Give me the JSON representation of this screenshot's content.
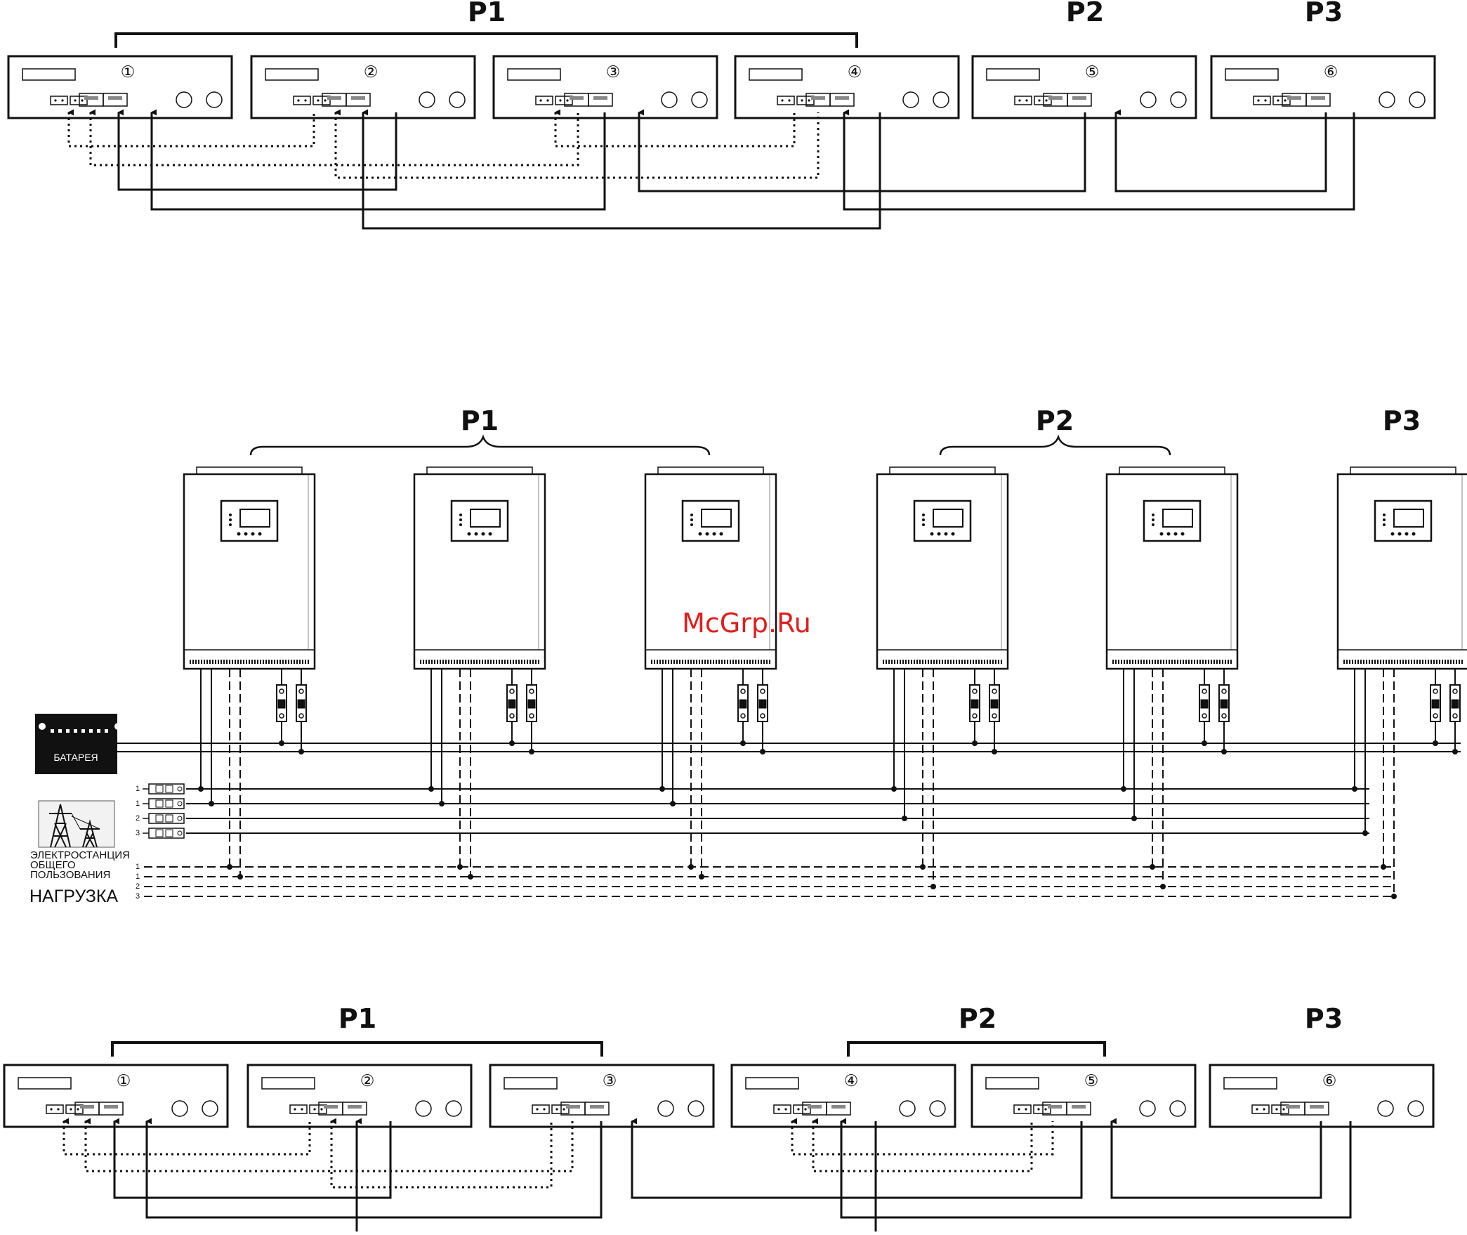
{
  "diagram_top": {
    "groups": [
      "P1",
      "P2",
      "P3"
    ],
    "unit_numbers": [
      "①",
      "②",
      "③",
      "④",
      "⑤",
      "⑥"
    ]
  },
  "diagram_middle": {
    "groups": [
      "P1",
      "P2",
      "P3"
    ],
    "battery_label": "БАТАРЕЯ",
    "grid_label_lines": [
      "ЭЛЕКТРОСТАНЦИЯ",
      "ОБЩЕГО",
      "ПОЛЬЗОВАНИЯ"
    ],
    "load_label": "НАГРУЗКА",
    "grid_line_numbers": [
      "1",
      "1",
      "2",
      "3"
    ],
    "load_line_numbers": [
      "1",
      "1",
      "2",
      "3"
    ]
  },
  "diagram_bottom": {
    "groups": [
      "P1",
      "P2",
      "P3"
    ],
    "unit_numbers": [
      "①",
      "②",
      "③",
      "④",
      "⑤",
      "⑥"
    ]
  },
  "watermark": "McGrp.Ru",
  "colors": {
    "line": "#111111",
    "watermark": "#e11d1d",
    "battery": "#111111"
  }
}
